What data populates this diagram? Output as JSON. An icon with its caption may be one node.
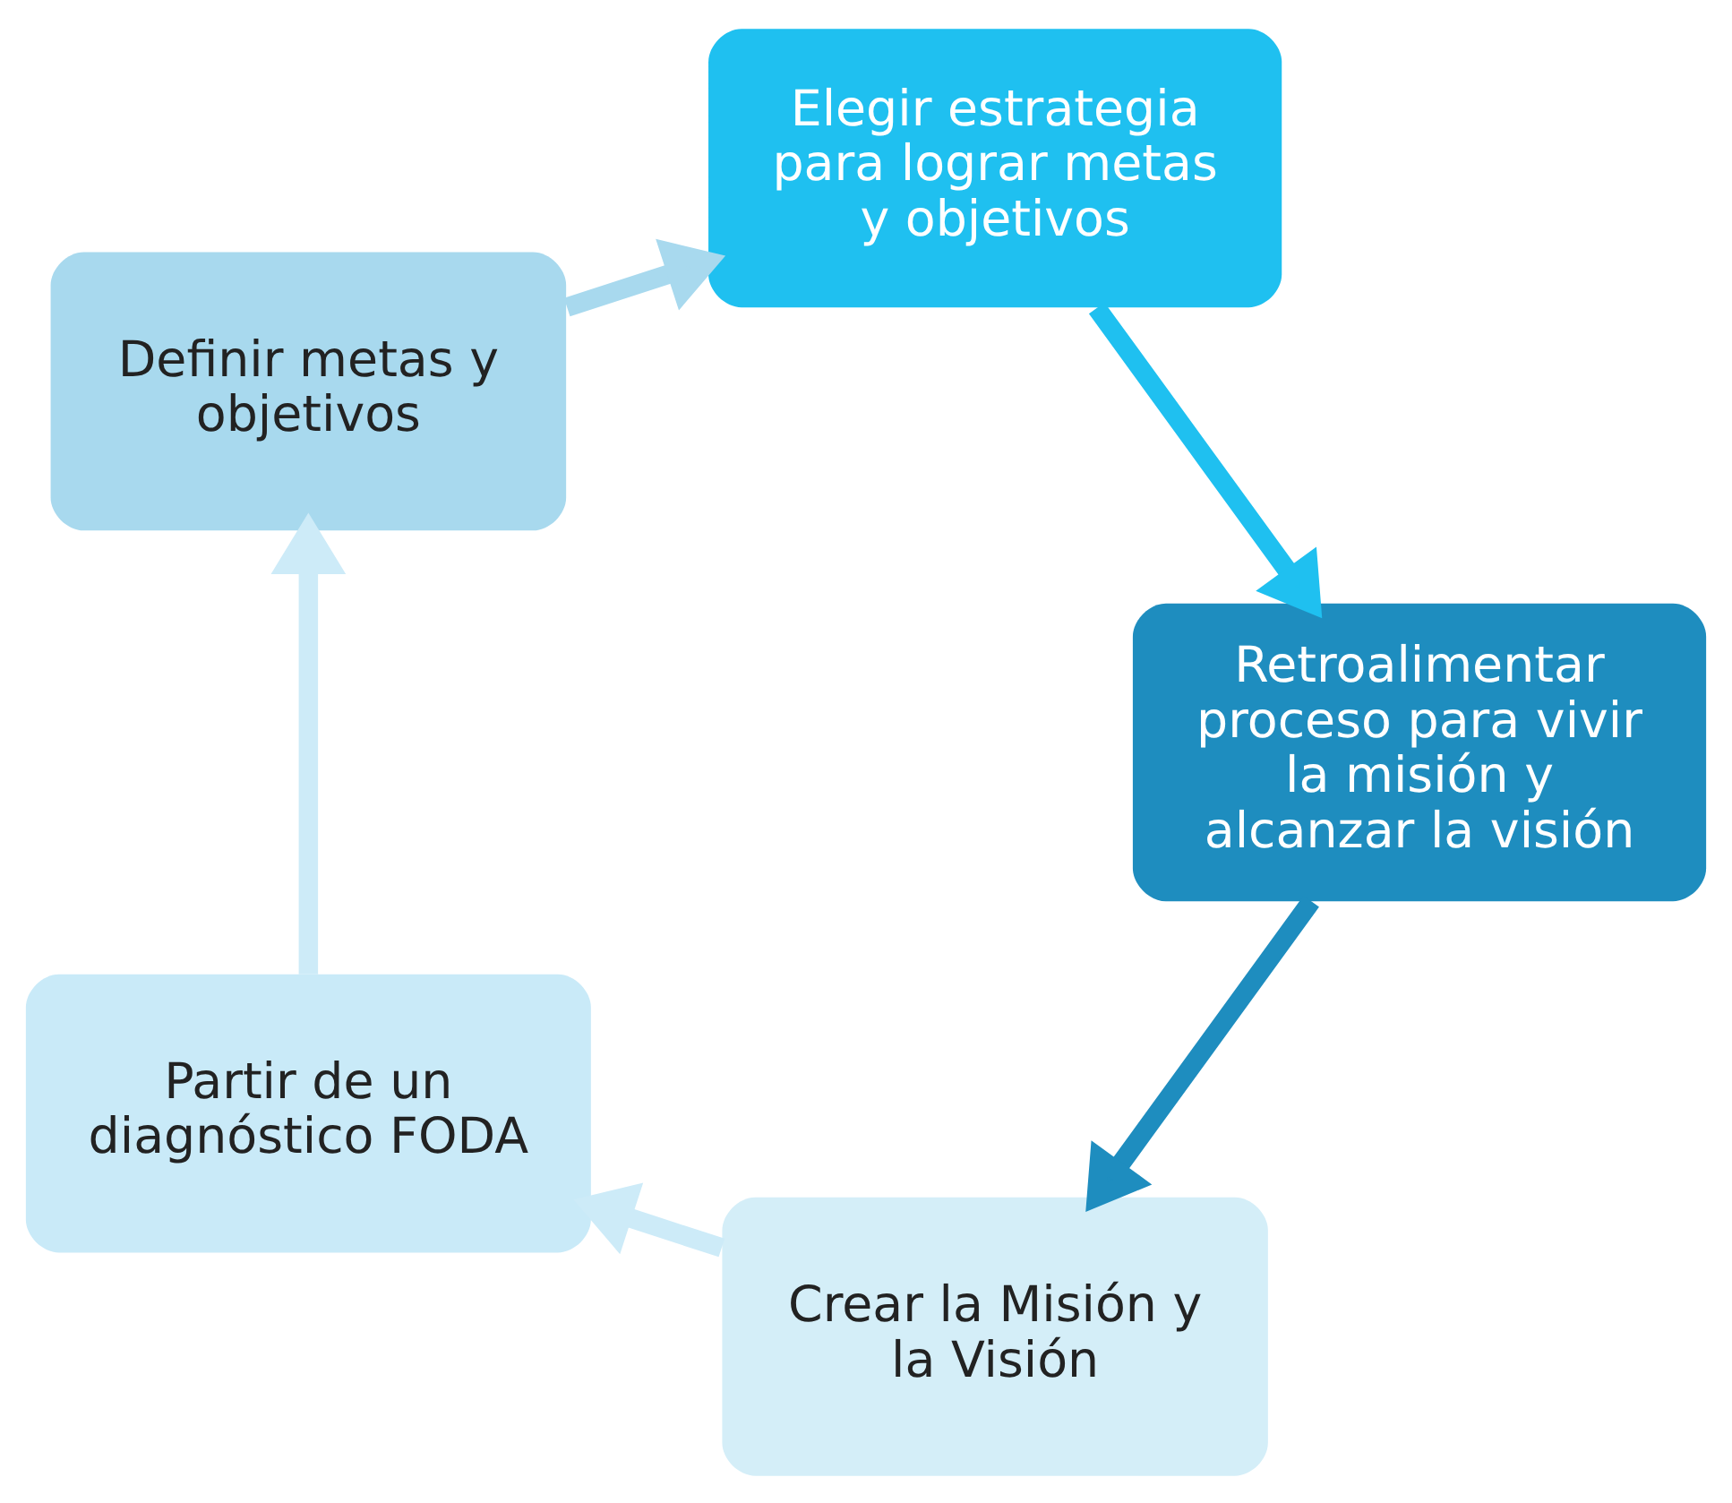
{
  "diagram": {
    "nodes": [
      {
        "text": [
          "Crear la Misión y la Visión"
        ]
      },
      {
        "text": [
          "Partir de un diagnóstico FODA"
        ]
      },
      {
        "text": [
          "Definir metas y objetivos"
        ]
      },
      {
        "text": [
          "Elegir estrategia para lograr metas y objetivos"
        ]
      },
      {
        "text": [
          "Retroalimentar proceso para vivir la misión y alcanzar la visión"
        ]
      }
    ],
    "edges": [
      {
        "from": 0,
        "to": 1,
        "arrow": "to",
        "color": "#cdebf8"
      },
      {
        "from": 1,
        "to": 2,
        "arrow": "to",
        "color": "#cdebf8"
      },
      {
        "from": 2,
        "to": 3,
        "arrow": "to",
        "color": "#a8d9ee"
      },
      {
        "from": 3,
        "to": 4,
        "arrow": "to",
        "color": "#1fc0f0"
      },
      {
        "from": 4,
        "to": 0,
        "arrow": "to",
        "color": "#1e8dbf"
      }
    ]
  }
}
